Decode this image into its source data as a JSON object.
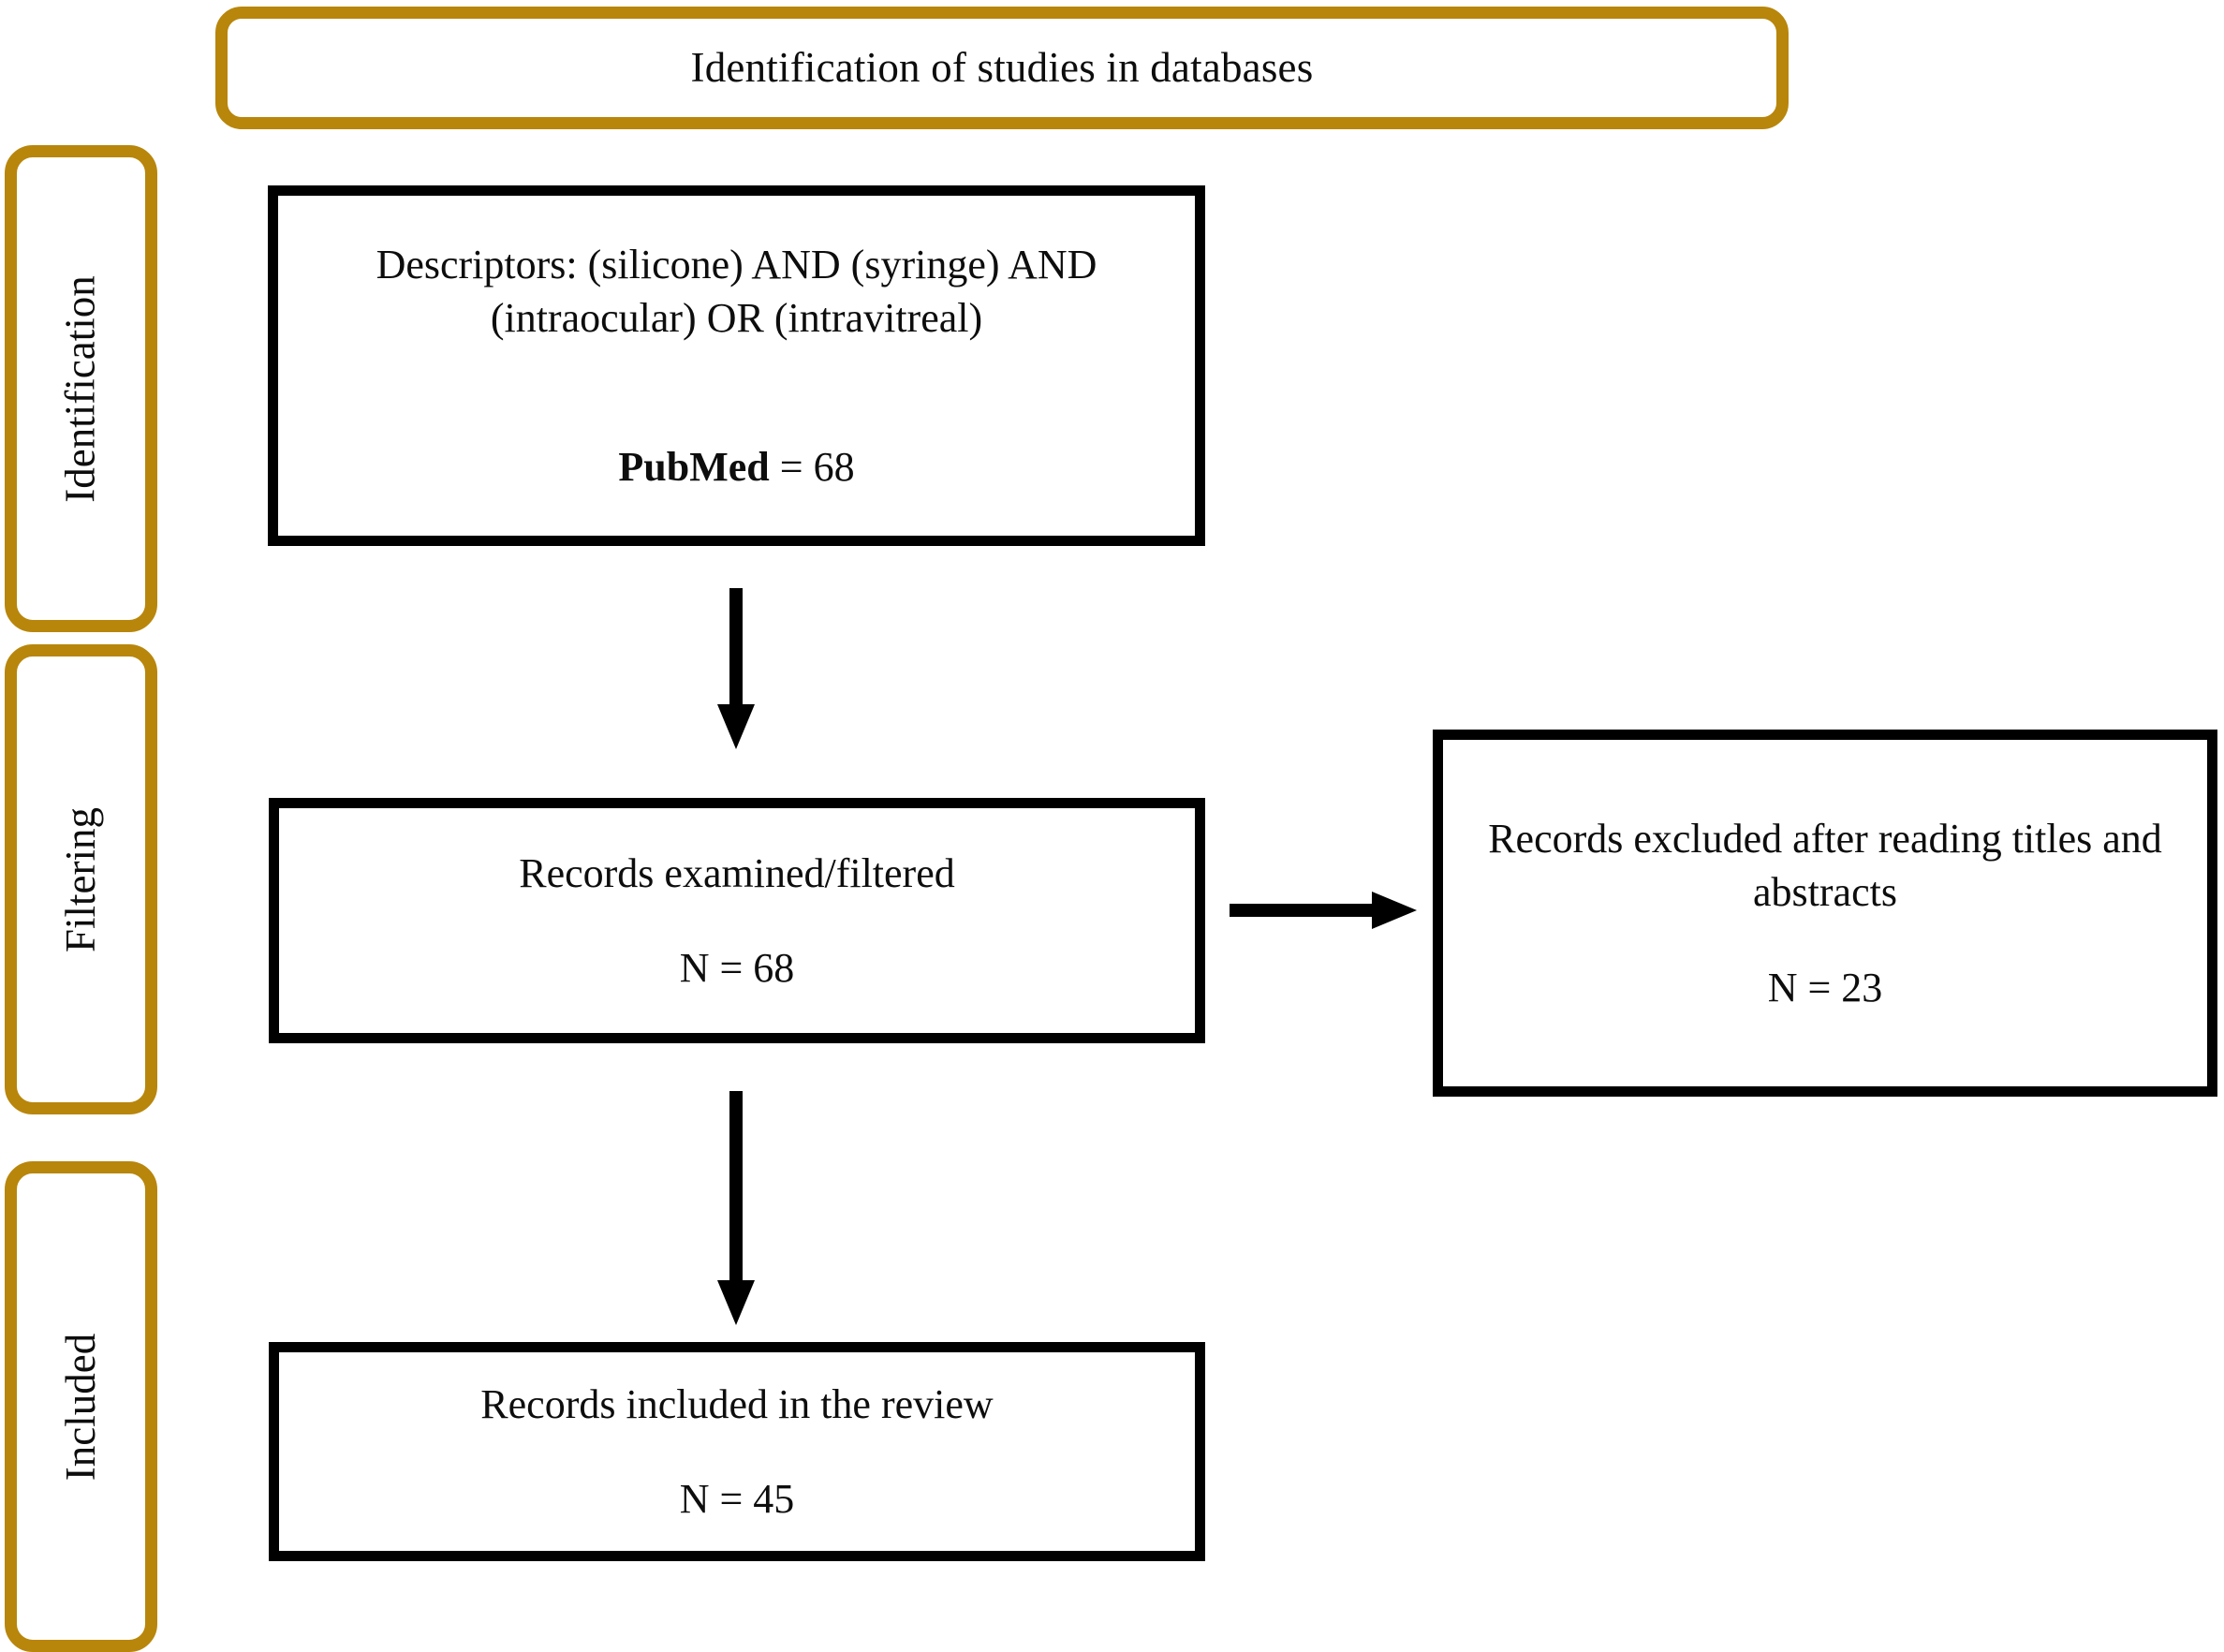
{
  "diagram": {
    "type": "prisma-flow-diagram",
    "accent_color": "#b8860b",
    "box_border_color": "#000000",
    "background_color": "#ffffff"
  },
  "banner": {
    "title": "Identification of studies in databases"
  },
  "stages": [
    {
      "label": "Identification"
    },
    {
      "label": "Filtering"
    },
    {
      "label": "Included"
    }
  ],
  "boxes": {
    "search": {
      "descriptors": "Descriptors: (silicone) AND (syringe) AND (intraocular) OR (intravitreal)",
      "source_label": "PubMed",
      "source_count": "= 68"
    },
    "screened": {
      "title": "Records examined/filtered",
      "count": "N = 68"
    },
    "excluded": {
      "title": "Records excluded after reading titles and abstracts",
      "count": "N = 23"
    },
    "included": {
      "title": "Records included in the review",
      "count": "N = 45"
    }
  }
}
